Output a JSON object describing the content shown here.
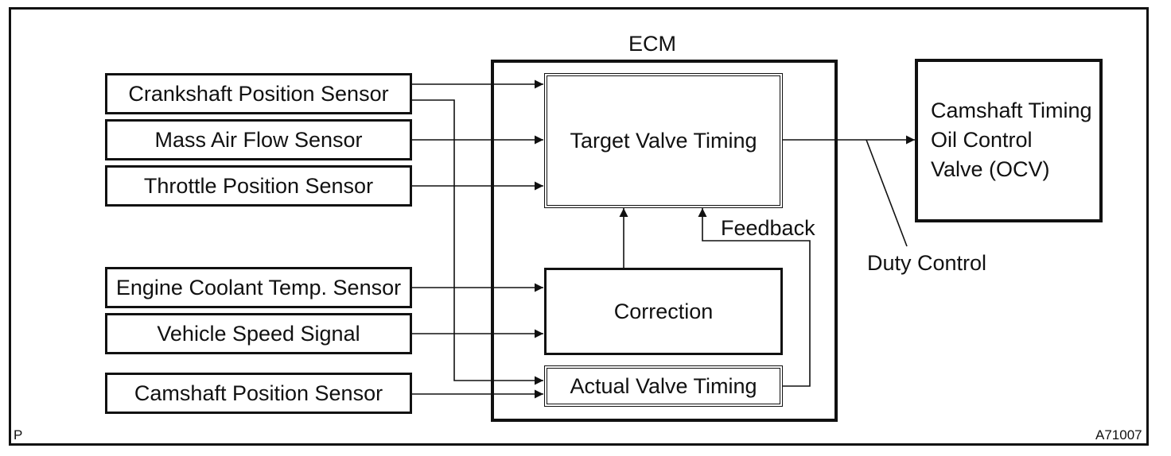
{
  "sensors": [
    "Crankshaft Position Sensor",
    "Mass Air Flow Sensor",
    "Throttle Position Sensor",
    "Engine Coolant Temp. Sensor",
    "Vehicle Speed Signal",
    "Camshaft Position Sensor"
  ],
  "ecm": {
    "label": "ECM",
    "target_valve_timing": "Target Valve Timing",
    "correction": "Correction",
    "actual_valve_timing": "Actual Valve Timing",
    "feedback": "Feedback"
  },
  "output": {
    "line1": "Camshaft Timing",
    "line2": "Oil Control",
    "line3": "Valve (OCV)",
    "duty_control": "Duty Control"
  },
  "corner_labels": {
    "left": "P",
    "right": "A71007"
  }
}
